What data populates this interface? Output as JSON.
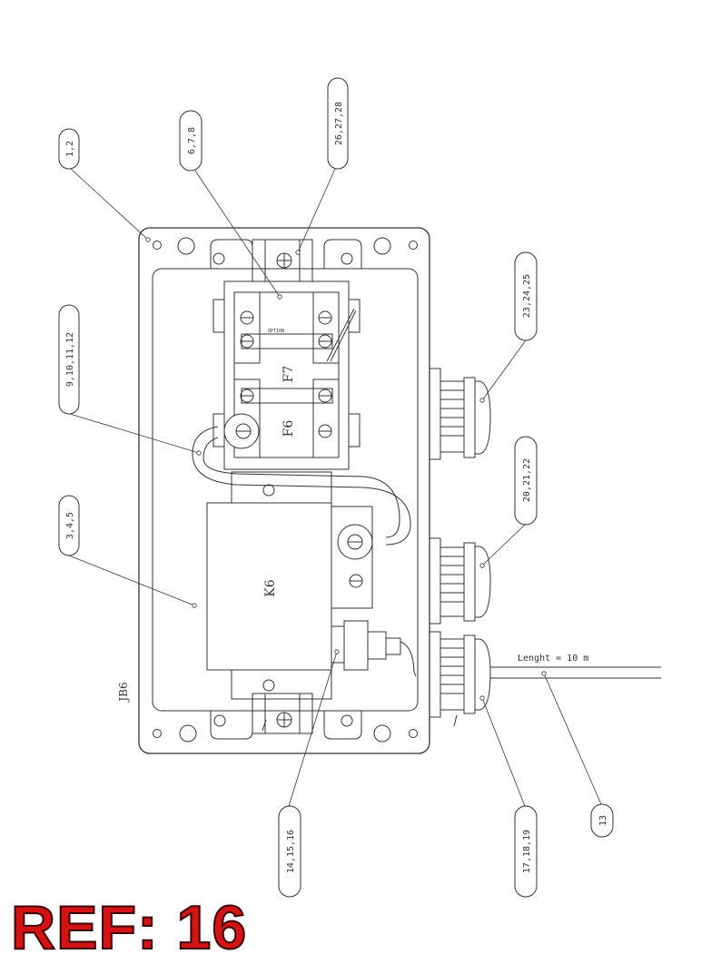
{
  "callouts": [
    {
      "label": "1,2"
    },
    {
      "label": "6,7,8"
    },
    {
      "label": "26,27,28"
    },
    {
      "label": "23,24,25"
    },
    {
      "label": "9,10,11,12"
    },
    {
      "label": "20,21,22"
    },
    {
      "label": "3,4,5"
    },
    {
      "label": "14,15,16"
    },
    {
      "label": "17,18,19"
    },
    {
      "label": "13"
    }
  ],
  "labels": {
    "f7": "F7",
    "f6": "F6",
    "k6": "K6",
    "jb": "JB6",
    "option": "OPTION",
    "cable_length": "Lenght = 10 m"
  },
  "ref_label": "REF: 16",
  "colors": {
    "line": "#333333",
    "ref": "#d41414"
  }
}
